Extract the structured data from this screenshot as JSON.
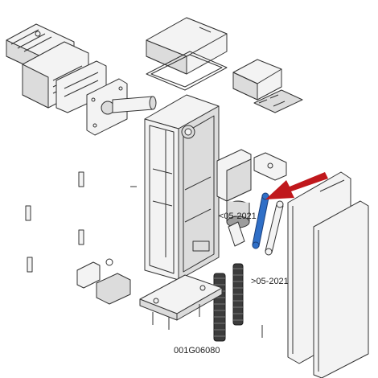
{
  "labels": {
    "old_part": "<05-2021",
    "new_part": ">05-2021",
    "spring_code": "001G06080"
  },
  "colors": {
    "highlight_part": "#2f6fc7",
    "arrow": "#c0181c",
    "outline": "#333333"
  },
  "icons": {
    "pointer": "red-arrow-icon"
  }
}
